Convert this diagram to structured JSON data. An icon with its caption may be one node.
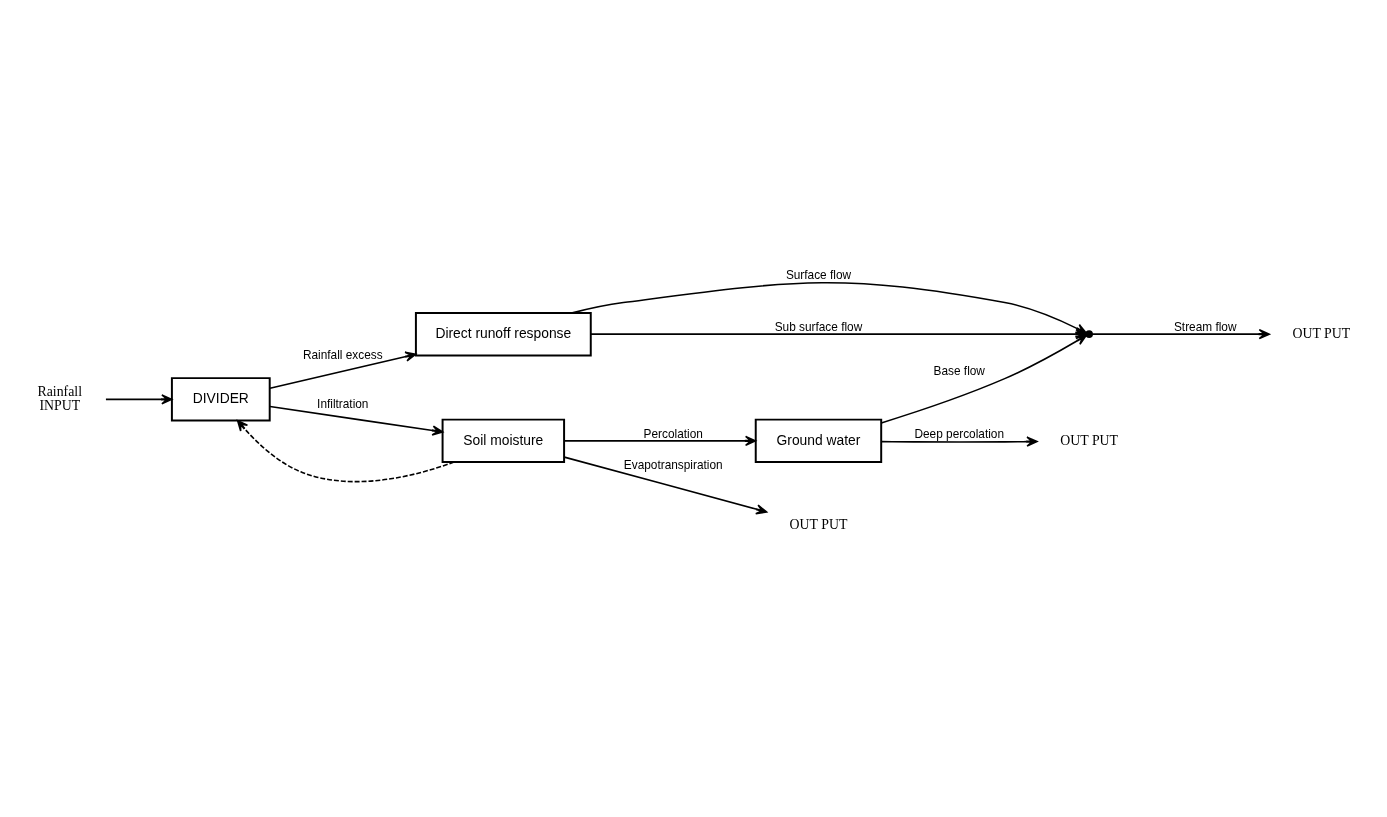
{
  "diagram": {
    "nodes": [
      {
        "text": [
          "Direct runoff response"
        ]
      },
      {
        "text": [
          "Rainfall",
          "INPUT"
        ]
      },
      {
        "text": [
          "DIVIDER"
        ]
      },
      {
        "text": [],
        "shape": "point"
      },
      {
        "text": [
          "OUT PUT"
        ]
      },
      {
        "text": [
          "Soil moisture"
        ]
      },
      {
        "text": [
          "Ground water"
        ]
      },
      {
        "text": [
          "OUT PUT"
        ]
      },
      {
        "text": [
          "OUT PUT"
        ]
      }
    ],
    "edges": [
      {
        "from": 1,
        "to": 2,
        "arrow": "to"
      },
      {
        "from": 2,
        "to": 0,
        "arrow": "to",
        "label": "Rainfall excess"
      },
      {
        "from": 0,
        "to": 3,
        "arrow": "to",
        "label": "Surface flow"
      },
      {
        "from": 0,
        "to": 3,
        "arrow": "to",
        "label": "Sub surface flow"
      },
      {
        "from": 3,
        "to": 4,
        "arrow": "to",
        "label": "Stream flow"
      },
      {
        "from": 5,
        "to": 2,
        "arrow": "to",
        "style": "dashed"
      },
      {
        "from": 2,
        "to": 5,
        "arrow": "to",
        "label": "Infiltration"
      },
      {
        "from": 5,
        "to": 6,
        "arrow": "to",
        "label": "Percolation"
      },
      {
        "from": 6,
        "to": 3,
        "arrow": "to",
        "label": "Base flow"
      },
      {
        "from": 5,
        "to": 7,
        "arrow": "to",
        "label": "Evapotranspiration"
      },
      {
        "from": 6,
        "to": 8,
        "arrow": "to",
        "label": "Deep percolation"
      }
    ]
  }
}
